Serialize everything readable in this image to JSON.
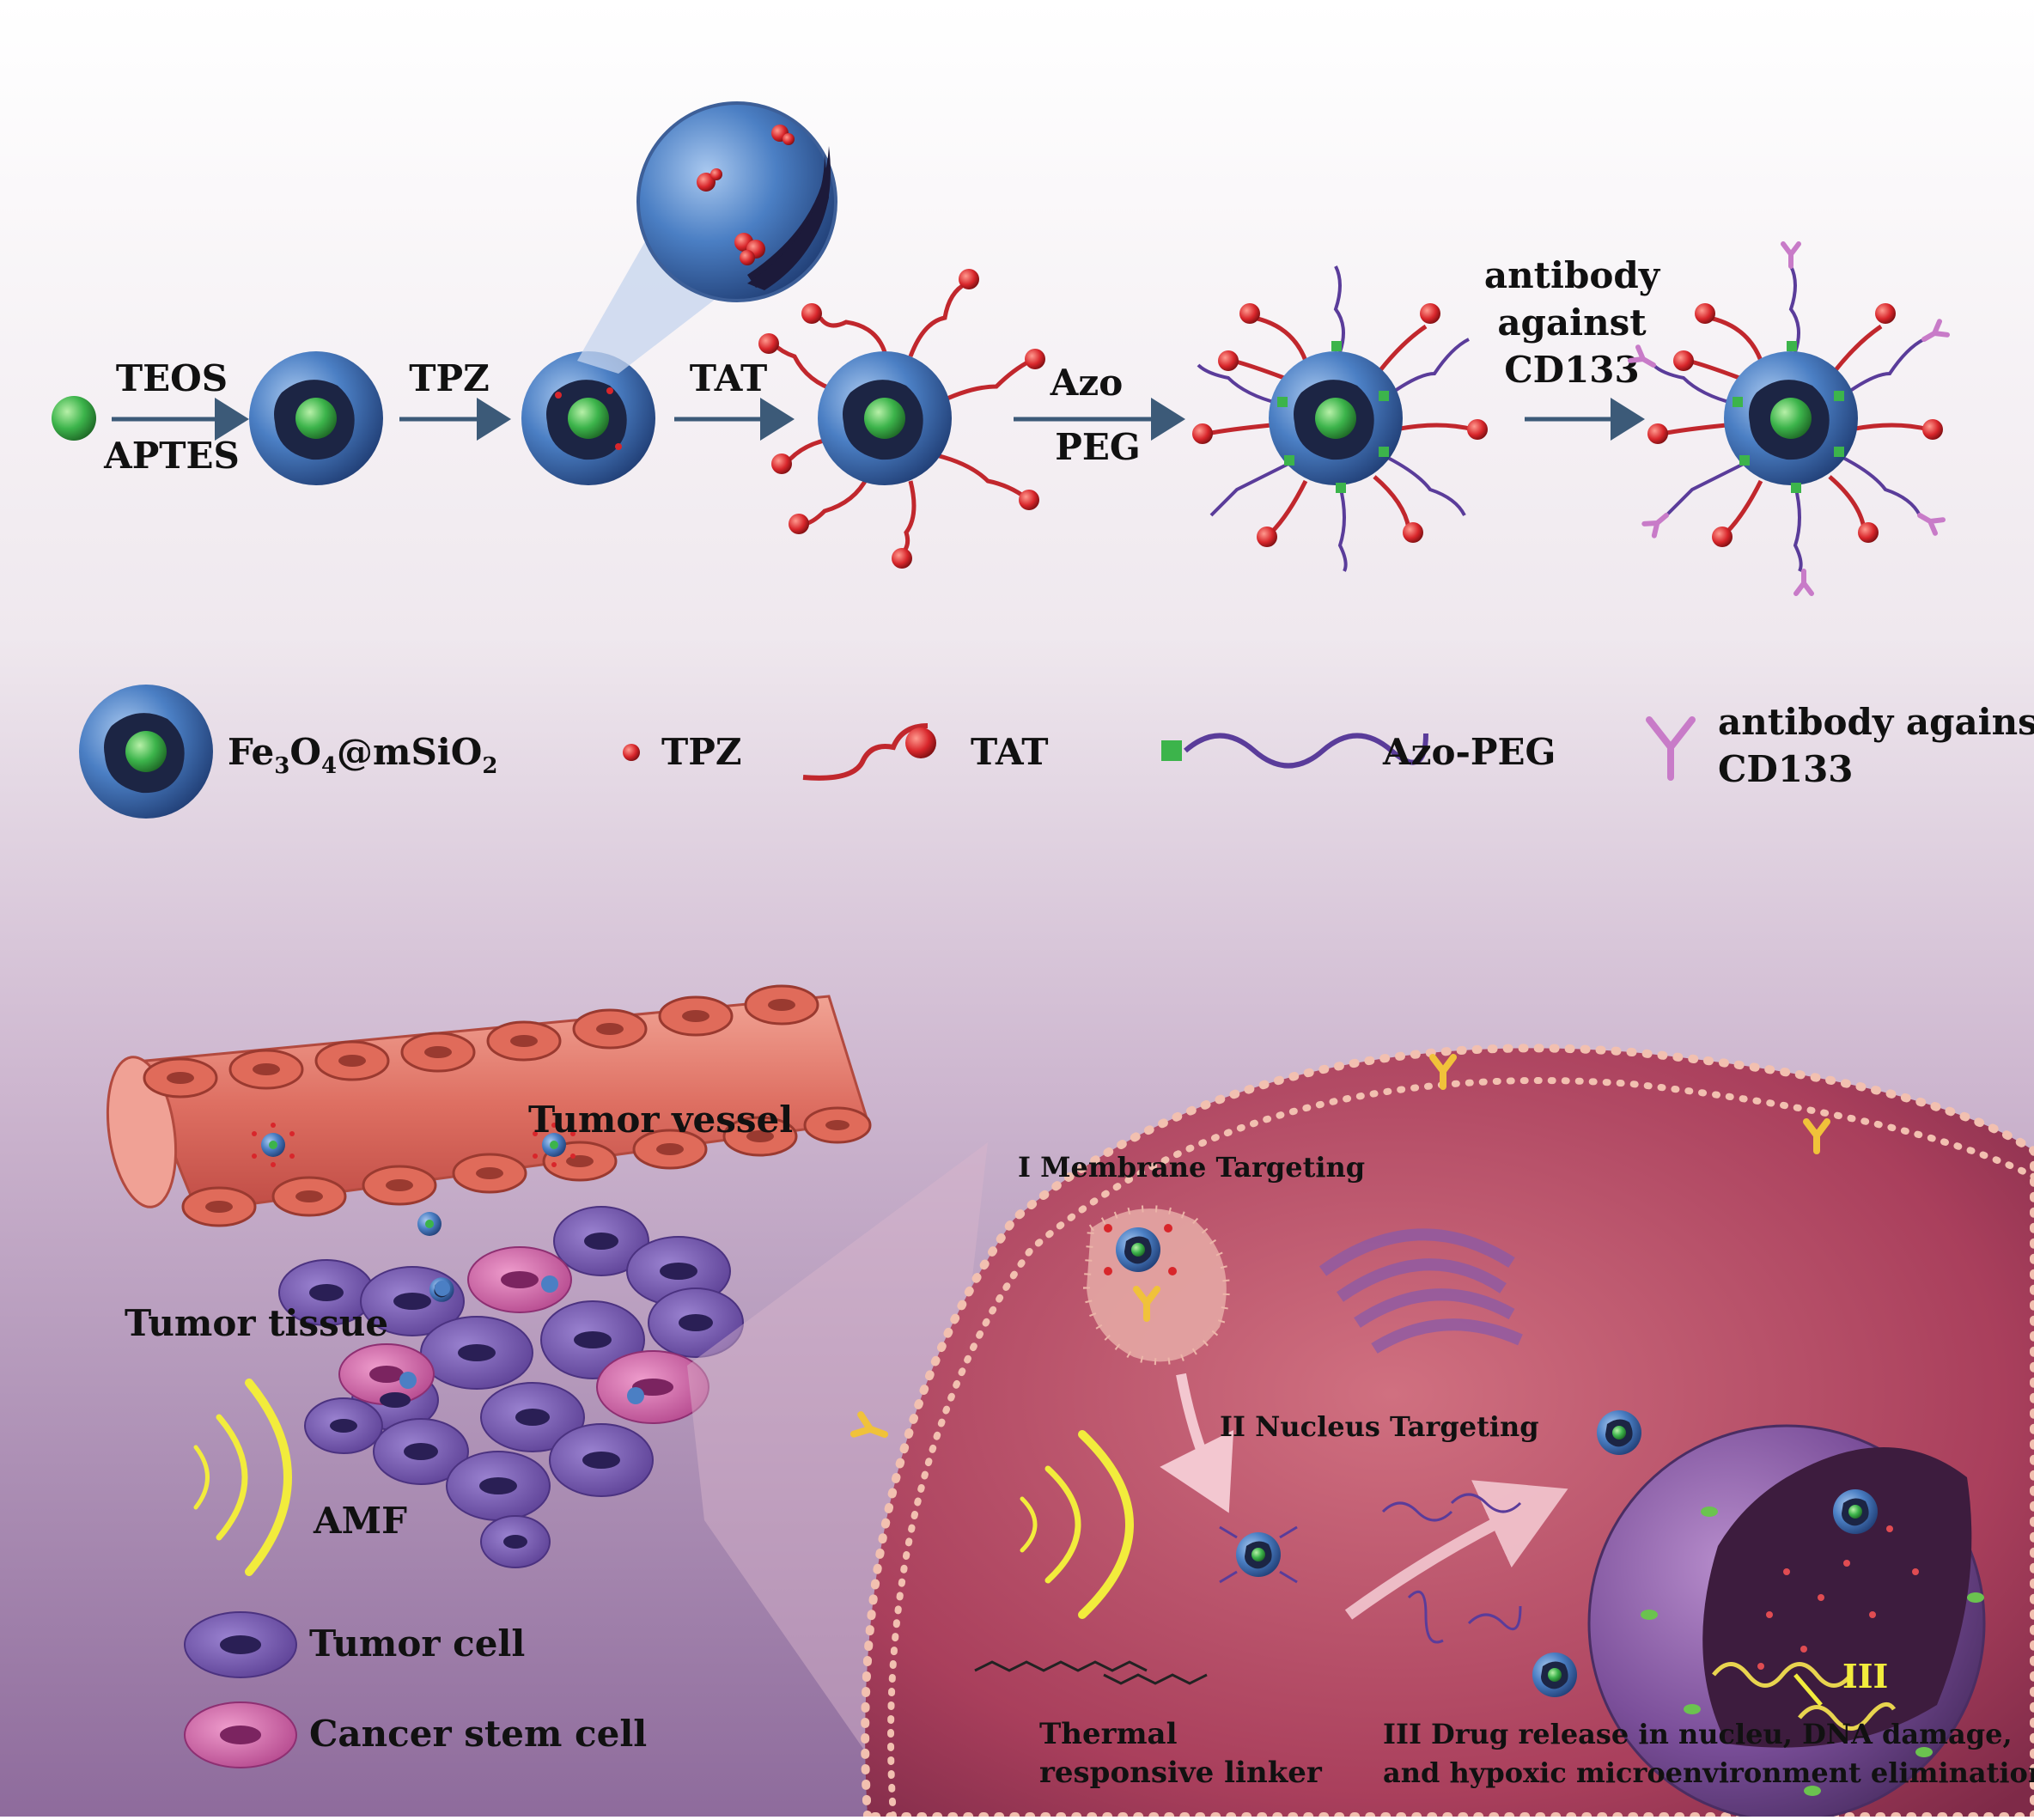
{
  "synthesis": {
    "step1_top": "TEOS",
    "step1_bottom": "APTES",
    "step2": "TPZ",
    "step3": "TAT",
    "step4_top": "Azo",
    "step4_bottom": "PEG",
    "step5_line1": "antibody",
    "step5_line2": "against",
    "step5_line3": "CD133"
  },
  "legend": {
    "core_main": "Fe",
    "core_sub1": "3",
    "core_mid": "O",
    "core_sub2": "4",
    "core_tail": "@mSiO",
    "core_sub3": "2",
    "tpz": "TPZ",
    "tat": "TAT",
    "azo_peg": "Azo-PEG",
    "antibody_line1": "antibody against",
    "antibody_line2": "CD133"
  },
  "tissue": {
    "vessel": "Tumor vessel",
    "tissue": "Tumor tissue",
    "amf": "AMF",
    "tumor_cell": "Tumor cell",
    "stem_cell": "Cancer stem cell"
  },
  "cell": {
    "membrane_targeting": "I Membrane Targeting",
    "nucleus_targeting": "II Nucleus Targeting",
    "stage3_marker": "III",
    "linker_line1": "Thermal",
    "linker_line2": "responsive linker",
    "release_line1": "III Drug release in nucleu,  DNA damage,",
    "release_line2": "and hypoxic microenvironment elimination"
  },
  "colors": {
    "shell_blue": "#3f78c4",
    "core_green": "#3cb44b",
    "tpz_red": "#d8262b",
    "peg_purple": "#5a3c9a",
    "antibody_pink": "#c87bc8",
    "vessel_red": "#d96a5e",
    "tumor_cell": "#6d4fa8",
    "stem_cell": "#c7589f",
    "amf_yellow": "#f2ec3c"
  }
}
